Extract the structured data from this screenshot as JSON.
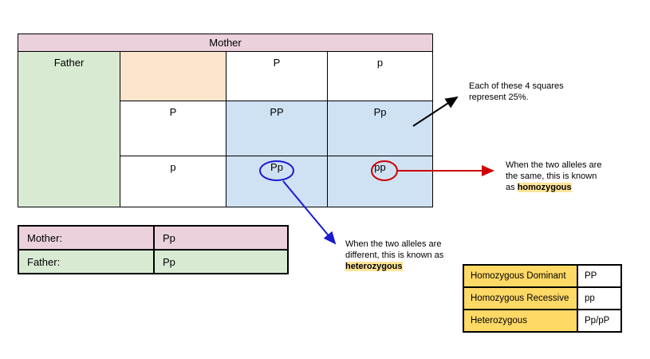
{
  "colors": {
    "pink": "#ead1dc",
    "green": "#d9ead3",
    "peach": "#fce5cd",
    "blue": "#cfe2f3",
    "legend_yellow": "#ffd966",
    "highlight_yellow": "#ffe599",
    "arrow_black": "#000000",
    "arrow_red": "#cc0000",
    "arrow_blue": "#1a1ad1"
  },
  "punnett": {
    "mother_label": "Mother",
    "father_label": "Father",
    "col_headers": [
      "P",
      "p"
    ],
    "row_headers": [
      "P",
      "p"
    ],
    "cells": [
      [
        "PP",
        "Pp"
      ],
      [
        "Pp",
        "pp"
      ]
    ]
  },
  "parents_table": {
    "rows": [
      {
        "label": "Mother:",
        "value": "Pp"
      },
      {
        "label": "Father:",
        "value": "Pp"
      }
    ]
  },
  "legend_table": {
    "rows": [
      {
        "label": "Homozygous Dominant",
        "value": "PP"
      },
      {
        "label": "Homozygous Recessive",
        "value": "pp"
      },
      {
        "label": "Heterozygous",
        "value": "Pp/pP"
      }
    ]
  },
  "annotations": {
    "squares": {
      "line1": "Each of these 4 squares",
      "line2": "represent 25%."
    },
    "homozygous": {
      "line1": "When the two alleles are",
      "line2": "the same, this is known",
      "line3_prefix": "as ",
      "term": "homozygous"
    },
    "heterozygous": {
      "line1": "When the two alleles are",
      "line2": "different, this is known as",
      "term": "heterozygous"
    }
  }
}
